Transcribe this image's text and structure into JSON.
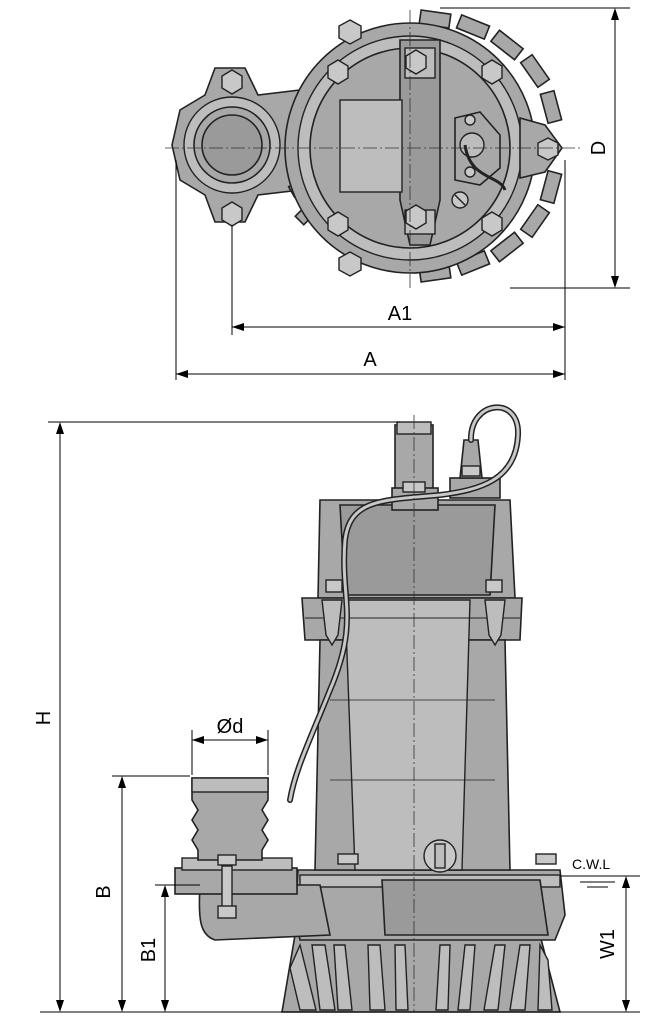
{
  "top_view": {
    "labels": {
      "a": "A",
      "a1": "A1",
      "d": "D"
    }
  },
  "side_view": {
    "labels": {
      "h": "H",
      "od": "Ød",
      "b": "B",
      "b1": "B1",
      "w1": "W1",
      "cwl": "C.W.L"
    }
  },
  "colors": {
    "body": "#a8a8a8",
    "outline": "#222222",
    "background": "#ffffff"
  }
}
